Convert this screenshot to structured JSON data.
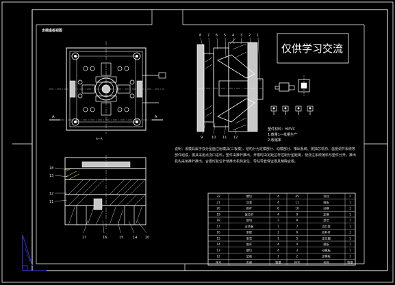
{
  "colors": {
    "background": "#000000",
    "linework": "#ffffff",
    "fill": "#c8c8c8",
    "hatch": "#e0e0e0",
    "yellow": "#d8d840",
    "ucs": "#4040ff"
  },
  "watermark": "仅供学习交流",
  "view_title": "定模座板视图",
  "section_label": "A—A",
  "section_marker_left": "A",
  "section_marker_right": "A",
  "material_lines": [
    "塑件材料：HIPVC",
    "1.数量1—批量生产",
    "2.收缩率"
  ],
  "notes": "说明：该模具属于双分型面注射模具(三板模)，结构分为定模部分、动模部分、推出系统、侧抽芯机构、温度调节系统等部件组成，模具采用点浇口进料，塑件由推杆推出，开模时由定距拉杆控制分型距离，使浇注系统凝料与塑件分开，推出机构采用推杆推出。合模时复位杆使推出机构复位，导柱导套保证模具精确合模。",
  "side_view_numbers": [
    "8",
    "7",
    "6",
    "5",
    "4",
    "3",
    "2",
    "1"
  ],
  "side_view_numbers_bottom": [
    "9",
    "10",
    "11",
    "12"
  ],
  "section_callouts_left": [
    "18",
    "13",
    "12",
    "11"
  ],
  "section_callouts_bottom": [
    "17",
    "16",
    "15",
    "14",
    "20"
  ],
  "bom_rows": [
    [
      "22",
      "螺钉",
      "4",
      "45",
      "导柱",
      "2"
    ],
    [
      "21",
      "导套",
      "4",
      "11",
      "推板",
      "1"
    ],
    [
      "20",
      "推杆",
      "8",
      "10",
      "动模",
      "1"
    ],
    [
      "19",
      "复位杆",
      "4",
      "9",
      "定模",
      "1"
    ],
    [
      "18",
      "垫块",
      "2",
      "8",
      "型芯",
      "1"
    ],
    [
      "17",
      "支承板",
      "1",
      "7",
      "浇口套",
      "1"
    ],
    [
      "16",
      "型腔",
      "1",
      "6",
      "拉料杆",
      "1"
    ],
    [
      "15",
      "型芯",
      "1",
      "5",
      "定位圈",
      "1"
    ],
    [
      "14",
      "推杆",
      "4",
      "4",
      "推板",
      "1"
    ],
    [
      "13",
      "螺钉",
      "4",
      "3",
      "动模板",
      "1"
    ],
    [
      "12",
      "垫板",
      "1",
      "2",
      "定模板",
      "1"
    ],
    [
      "序号",
      "名称",
      "数量",
      "序号",
      "名称",
      "数量"
    ]
  ]
}
